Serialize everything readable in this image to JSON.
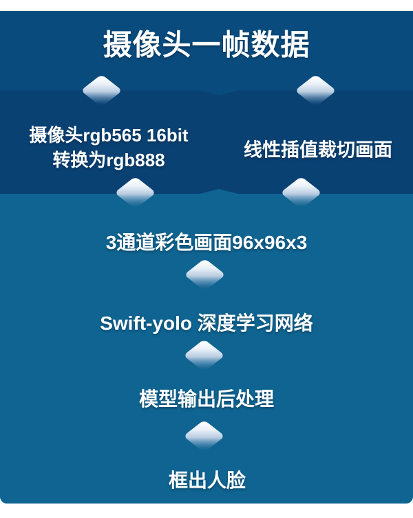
{
  "title": "摄像头一帧数据",
  "flow": {
    "branch_left": {
      "line1": "摄像头rgb565 16bit",
      "line2": "转换为rgb888"
    },
    "branch_right": "线性插值裁切画面",
    "steps": [
      "3通道彩色画面96x96x3",
      "Swift-yolo 深度学习网络",
      "模型输出后处理",
      "框出人脸"
    ]
  },
  "icons": {
    "arrow": "diamond-arrow-down-icon"
  },
  "colors": {
    "section_top": "#0a4b7d",
    "section_middle": "#094173",
    "section_bottom": "#0f6491",
    "text": "#ffffff",
    "page_background": "#ffffff",
    "diamond_top": "#ffffff",
    "diamond_bottom": "#49799f"
  }
}
